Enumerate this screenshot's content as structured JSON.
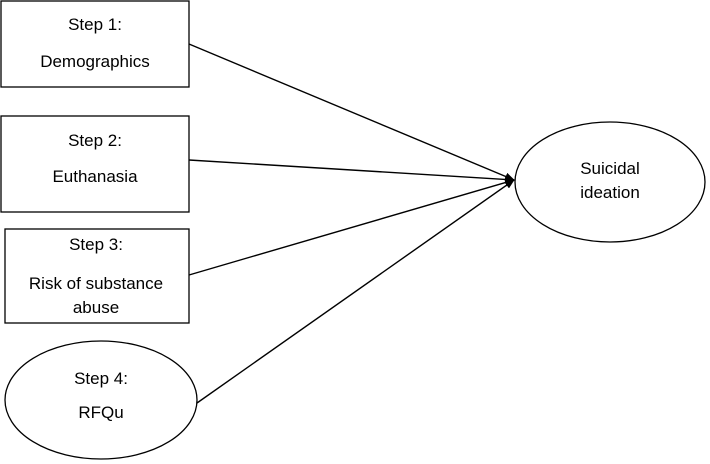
{
  "nodes": {
    "step1": {
      "label": "Step 1:",
      "lines": [
        "Demographics"
      ]
    },
    "step2": {
      "label": "Step 2:",
      "lines": [
        "Euthanasia"
      ]
    },
    "step3": {
      "label": "Step 3:",
      "lines": [
        "Risk of substance",
        "abuse"
      ]
    },
    "step4": {
      "label": "Step 4:",
      "lines": [
        "RFQu"
      ]
    },
    "outcome": {
      "lines": [
        "Suicidal",
        "ideation"
      ]
    }
  },
  "edges": [
    {
      "from": "step1",
      "to": "outcome"
    },
    {
      "from": "step2",
      "to": "outcome"
    },
    {
      "from": "step3",
      "to": "outcome"
    },
    {
      "from": "step4",
      "to": "outcome"
    }
  ]
}
